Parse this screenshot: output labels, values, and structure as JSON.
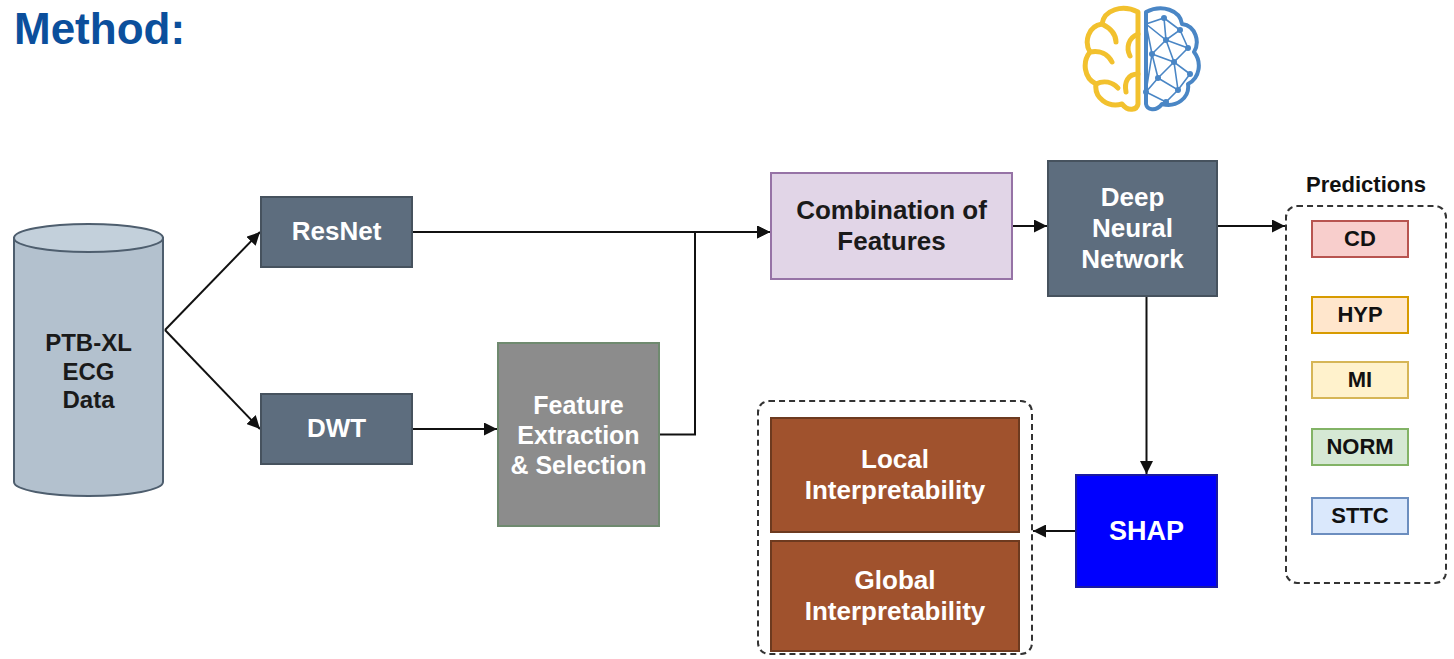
{
  "diagram": {
    "title": "Method:",
    "nodes": [
      {
        "text": [
          "PTB-XL ECG Data"
        ]
      },
      {
        "text": [
          "ResNet"
        ]
      },
      {
        "text": [
          "DWT"
        ]
      },
      {
        "text": [
          "Feature Extraction & Selection"
        ]
      },
      {
        "text": [
          "Combination of Features"
        ]
      },
      {
        "text": [
          "Deep Neural Network"
        ]
      },
      {
        "text": [
          "Predictions"
        ]
      },
      {
        "text": [
          "CD"
        ],
        "in": 6
      },
      {
        "text": [
          "HYP"
        ],
        "in": 6
      },
      {
        "text": [
          "MI"
        ],
        "in": 6
      },
      {
        "text": [
          "NORM"
        ],
        "in": 6
      },
      {
        "text": [
          "STTC"
        ],
        "in": 6
      },
      {
        "text": [
          "SHAP"
        ]
      },
      {
        "text": []
      },
      {
        "text": [
          "Local Interpretability"
        ],
        "in": 13
      },
      {
        "text": [
          "Global Interpretability"
        ],
        "in": 13
      }
    ],
    "edges": [
      {
        "from": 0,
        "to": 1,
        "arrow": "to"
      },
      {
        "from": 0,
        "to": 2,
        "arrow": "to"
      },
      {
        "from": 1,
        "to": 4,
        "arrow": "to"
      },
      {
        "from": 2,
        "to": 3,
        "arrow": "to"
      },
      {
        "from": 3,
        "to": 4,
        "arrow": "to"
      },
      {
        "from": 4,
        "to": 5,
        "arrow": "to"
      },
      {
        "from": 5,
        "to": 6,
        "arrow": "to"
      },
      {
        "from": 5,
        "to": 12,
        "arrow": "to"
      },
      {
        "from": 12,
        "to": 13,
        "arrow": "to"
      }
    ]
  }
}
